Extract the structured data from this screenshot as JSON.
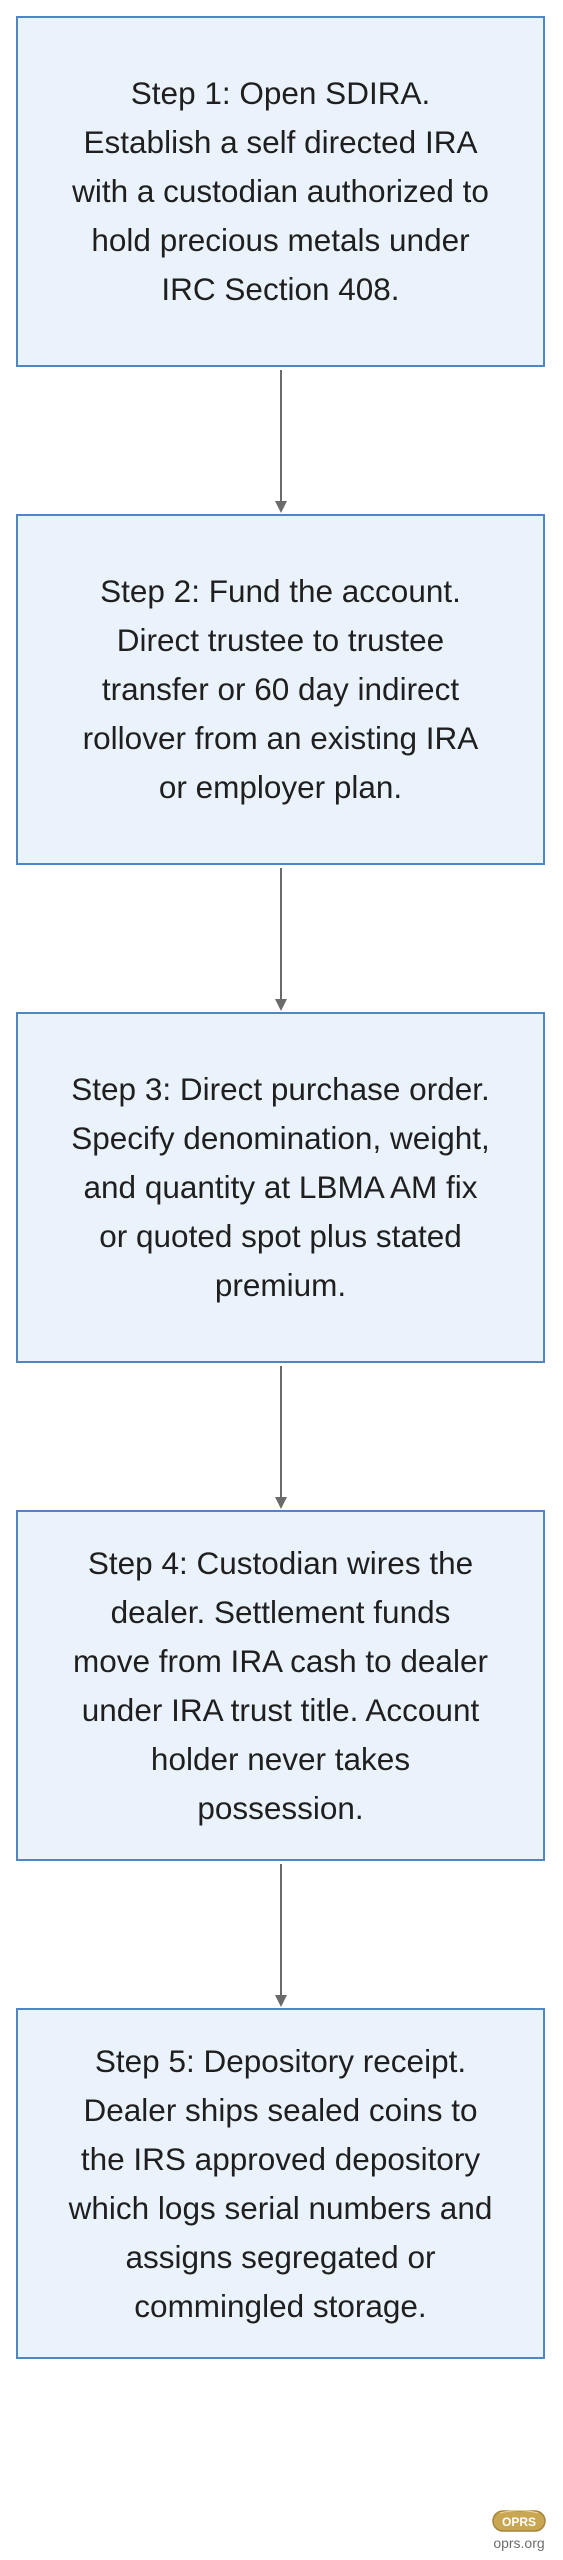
{
  "steps": [
    {
      "text": "Step 1: Open SDIRA. Establish a self directed IRA with a custodian authorized to hold precious metals under IRC Section 408."
    },
    {
      "text": "Step 2: Fund the account. Direct trustee to trustee transfer or 60 day indirect rollover from an existing IRA or employer plan."
    },
    {
      "text": "Step 3: Direct purchase order. Specify denomination, weight, and quantity at LBMA AM fix or quoted spot plus stated premium."
    },
    {
      "text": "Step 4: Custodian wires the dealer. Settlement funds move from IRA cash to dealer under IRA trust title. Account holder never takes possession."
    },
    {
      "text": "Step 5: Depository receipt. Dealer ships sealed coins to the IRS approved depository which logs serial numbers and assigns segregated or commingled storage."
    }
  ],
  "logo": {
    "mark": "OPRS",
    "site": "oprs.org"
  },
  "colors": {
    "box_fill": "#eaf2fb",
    "box_border": "#4f86c6",
    "arrow": "#6b6b6b",
    "logo_gold": "#c9a652"
  }
}
